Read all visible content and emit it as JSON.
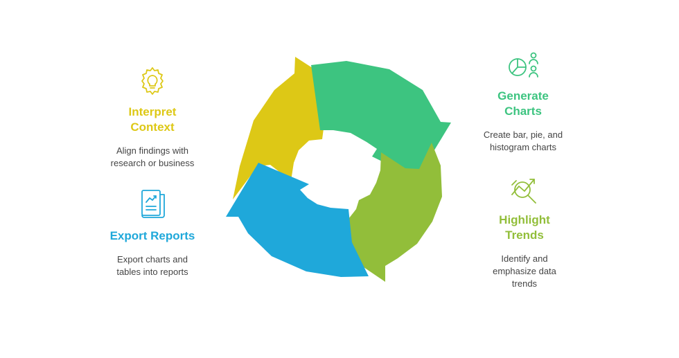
{
  "colors": {
    "yellow": "#DDC816",
    "green": "#3DC480",
    "lime": "#92BE3A",
    "blue": "#1FA8DA"
  },
  "steps": [
    {
      "id": "interpret",
      "icon": "gear-lightbulb-icon",
      "title": "Interpret\nContext",
      "desc": "Align findings with\nresearch or business",
      "color": "#DDC816"
    },
    {
      "id": "generate",
      "icon": "pie-chart-people-icon",
      "title": "Generate\nCharts",
      "desc": "Create bar, pie, and\nhistogram charts",
      "color": "#3DC480"
    },
    {
      "id": "highlight",
      "icon": "trend-magnifier-icon",
      "title": "Highlight\nTrends",
      "desc": "Identify and\nemphasize data\ntrends",
      "color": "#92BE3A"
    },
    {
      "id": "export",
      "icon": "report-document-icon",
      "title": "Export Reports",
      "desc": "Export charts and\ntables into reports",
      "color": "#1FA8DA"
    }
  ]
}
